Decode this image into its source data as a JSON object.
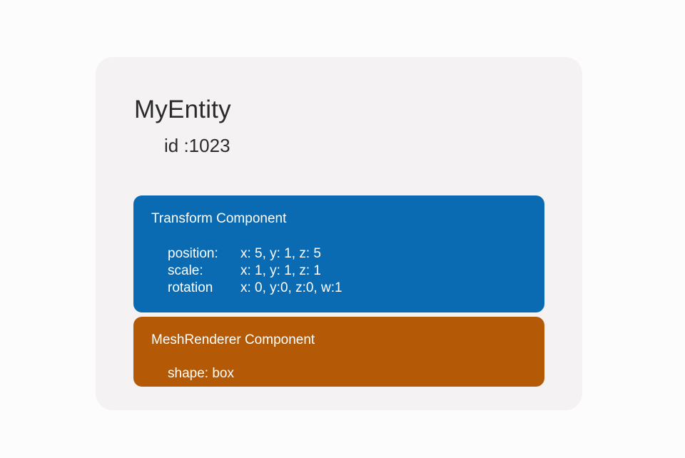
{
  "page": {
    "background_color": "#fcfcfc"
  },
  "entity": {
    "title": "MyEntity",
    "id_text": "id :1023",
    "card_background_color": "#f4f2f3",
    "text_color": "#2b2b2b"
  },
  "components": [
    {
      "key": "transform",
      "title": "Transform Component",
      "background_color": "#0a6ab2",
      "text_color": "#ffffff",
      "rows": [
        {
          "label": "position:",
          "value": "x: 5, y: 1, z: 5"
        },
        {
          "label": "scale:",
          "value": "x: 1, y: 1, z: 1"
        },
        {
          "label": "rotation",
          "value": "x: 0, y:0, z:0, w:1"
        }
      ]
    },
    {
      "key": "meshrenderer",
      "title": "MeshRenderer Component",
      "background_color": "#b45a06",
      "text_color": "#ffffff",
      "rows": [
        {
          "label": "shape: box",
          "value": ""
        }
      ]
    }
  ]
}
